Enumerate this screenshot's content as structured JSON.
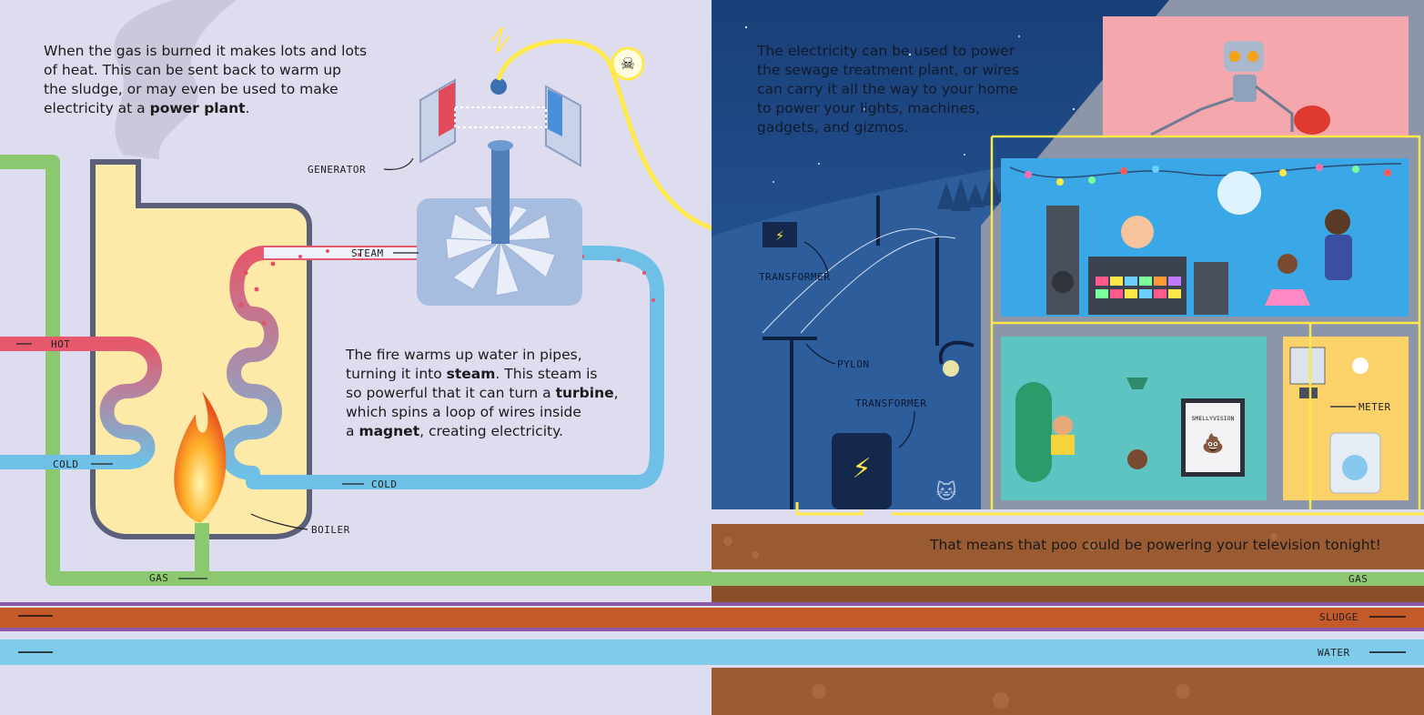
{
  "left_text": {
    "heat_intro": [
      "When the gas is burned it makes lots and lots",
      "of heat. This can be sent back to warm up",
      "the sludge, or may even be used to make",
      "electricity at a ",
      "power plant",
      "."
    ],
    "steam_explain": [
      "The fire warms up water in pipes,",
      "turning it into ",
      "steam",
      ". This steam is",
      "so powerful that it can turn a ",
      "turbine",
      ",",
      "which spins a loop of wires inside",
      "a ",
      "magnet",
      ", creating electricity."
    ]
  },
  "right_text": {
    "electricity_intro": [
      "The electricity can be used to power",
      "the sewage treatment plant, or wires",
      "can carry it all the way to your home",
      "to power your lights, machines,",
      "gadgets, and gizmos."
    ],
    "caption": "That means that poo could be powering your television tonight!"
  },
  "labels": {
    "generator": "GENERATOR",
    "steam": "STEAM",
    "hot": "HOT",
    "cold_left": "COLD",
    "cold_pipe": "COLD",
    "boiler": "BOILER",
    "gas_left": "GAS",
    "gas_right": "GAS",
    "sludge": "SLUDGE",
    "water": "WATER",
    "transformer_top": "TRANSFORMER",
    "pylon": "PYLON",
    "transformer_bottom": "TRANSFORMER",
    "meter": "METER",
    "tv_screen": "SMELLYVISION"
  },
  "colors": {
    "gas_pipe": "#8cc870",
    "hot_pipe": "#e6586c",
    "cold_pipe": "#6fc0e6",
    "boiler_fill": "#fdeaa8",
    "night_sky": "#1f4f8f",
    "soil": "#9a5a32",
    "wire": "#ffe84a"
  }
}
